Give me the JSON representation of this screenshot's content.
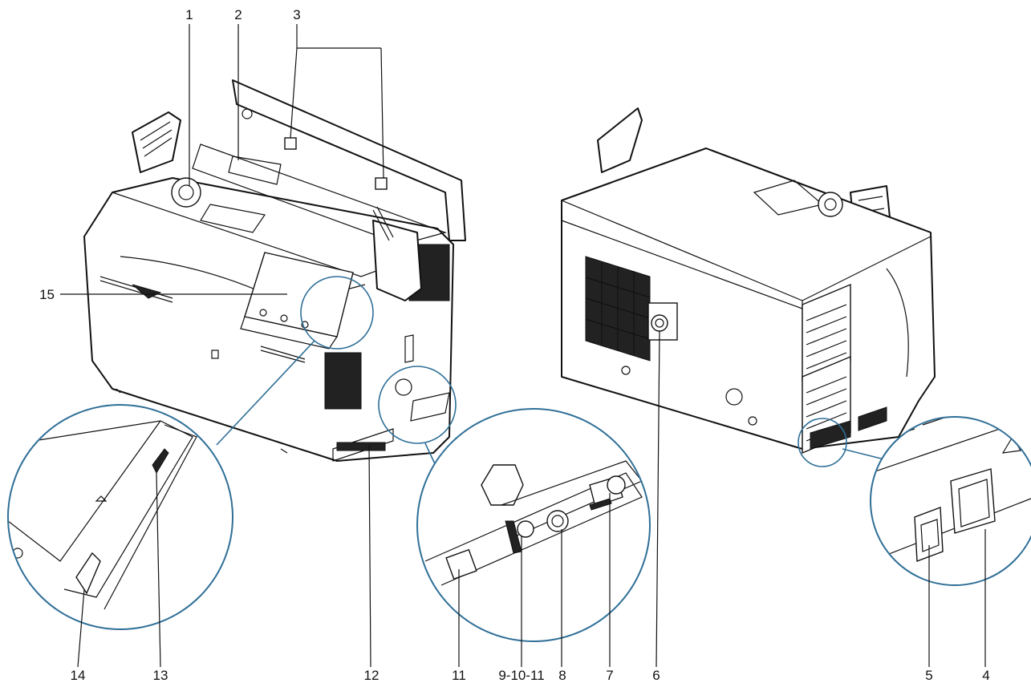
{
  "labels": {
    "l1": "1",
    "l2": "2",
    "l3": "3",
    "l4": "4",
    "l5": "5",
    "l6": "6",
    "l7": "7",
    "l8": "8",
    "l9_10_11": "9-10-11",
    "l11": "11",
    "l12": "12",
    "l13": "13",
    "l14": "14",
    "l15": "15"
  },
  "colors": {
    "line": "#111111",
    "callout": "#2f6f97",
    "background": "#ffffff"
  }
}
